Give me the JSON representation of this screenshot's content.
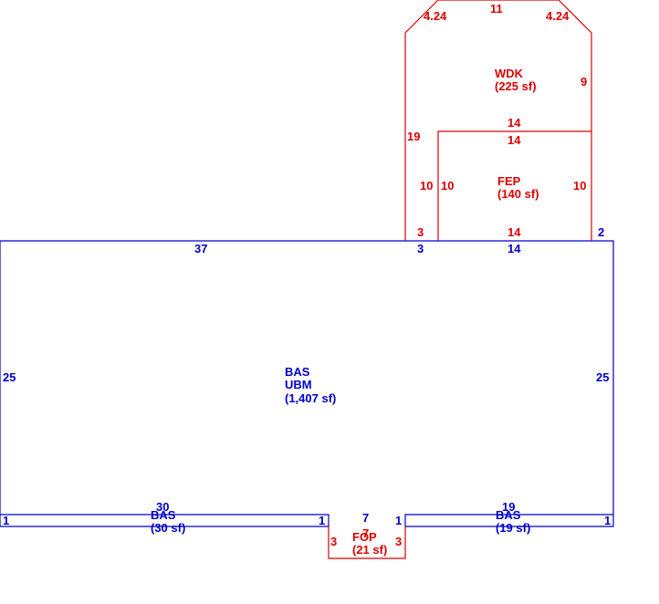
{
  "colors": {
    "main_line": "#0000cc",
    "addition_line": "#dd0000",
    "background": "#ffffff"
  },
  "areas": {
    "main": {
      "code": "BAS",
      "sub": "UBM",
      "area": "(1,407 sf)"
    },
    "left_ext": {
      "code": "BAS",
      "area": "(30 sf)"
    },
    "right_ext": {
      "code": "BAS",
      "area": "(19 sf)"
    },
    "porch": {
      "code": "FOP",
      "area": "(21 sf)"
    },
    "enclosed_porch": {
      "code": "FEP",
      "area": "(140 sf)"
    },
    "deck": {
      "code": "WDK",
      "area": "(225 sf)"
    }
  },
  "dims": {
    "main_top_left": "37",
    "main_top_mid": "3",
    "main_top_right": "14",
    "main_left": "25",
    "main_right": "25",
    "left_ext_len": "30",
    "left_ext_left": "1",
    "left_ext_right": "1",
    "right_ext_len": "19",
    "right_ext_left": "1",
    "right_ext_right": "1",
    "porch_top": "7",
    "porch_left": "3",
    "porch_right": "3",
    "porch_bottom": "7",
    "fep_top_outer": "14",
    "fep_top_inner": "14",
    "fep_left_outer": "10",
    "fep_left_inner": "10",
    "fep_right": "10",
    "fep_bottom": "14",
    "gap_left": "3",
    "gap_right": "2",
    "wdk_left": "19",
    "wdk_right": "9",
    "wdk_top": "11",
    "wdk_diag_left": "4.24",
    "wdk_diag_right": "4.24"
  }
}
